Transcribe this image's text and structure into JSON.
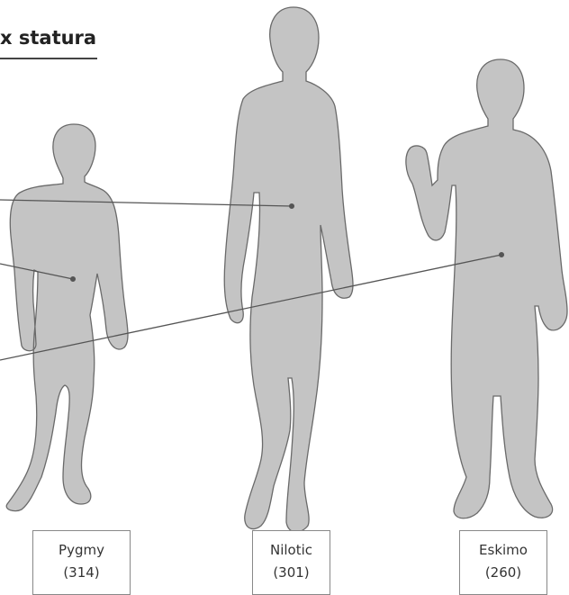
{
  "title": "x statura",
  "colors": {
    "silhouette_fill": "#c4c4c4",
    "silhouette_stroke": "#6a6a6a",
    "leader_line": "#555555"
  },
  "figures": [
    {
      "name": "Pygmy",
      "count": "(314)"
    },
    {
      "name": "Nilotic",
      "count": "(301)"
    },
    {
      "name": "Eskimo",
      "count": "(260)"
    }
  ]
}
